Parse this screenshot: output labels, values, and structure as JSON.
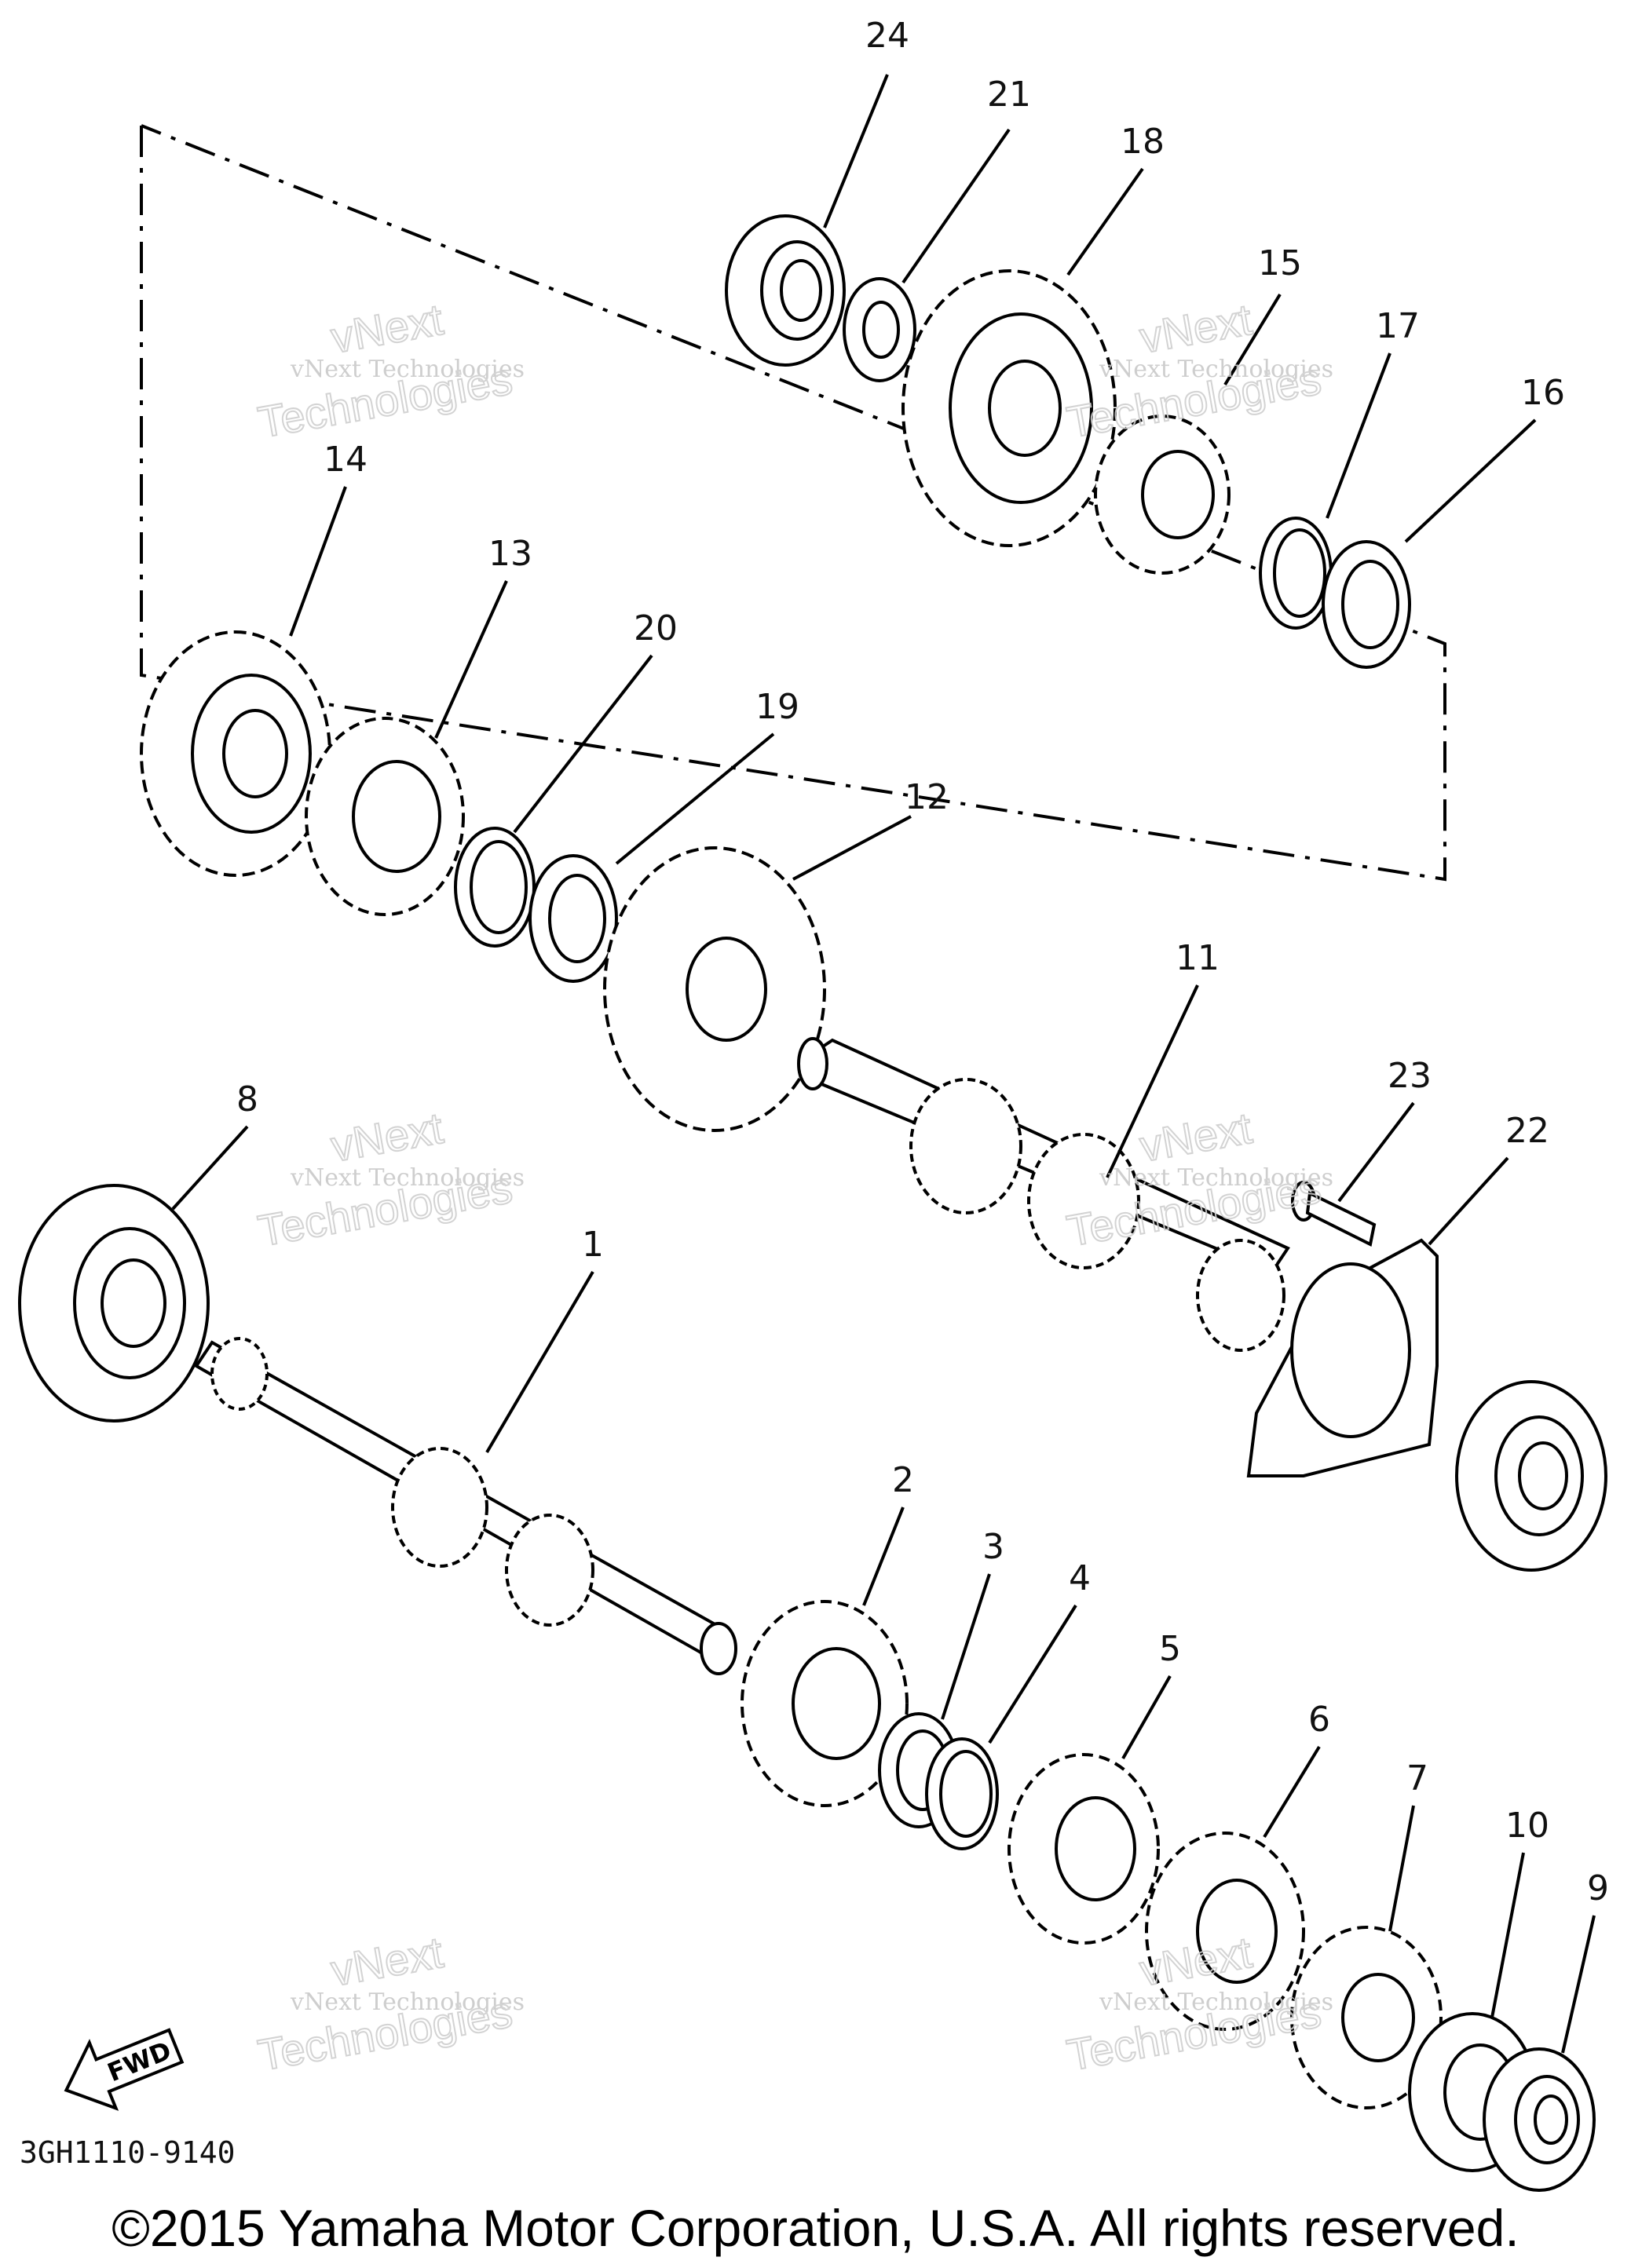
{
  "labels": [
    "1",
    "2",
    "3",
    "4",
    "5",
    "6",
    "7",
    "8",
    "9",
    "10",
    "11",
    "12",
    "13",
    "14",
    "15",
    "16",
    "17",
    "18",
    "19",
    "20",
    "21",
    "22",
    "23",
    "24"
  ],
  "watermark": {
    "line1": "vNext Technologies",
    "line2": "vNext",
    "line3": "Technologies"
  },
  "drawing_code": "3GH1110-9140",
  "fwd_label": "FWD",
  "copyright": "©2015 Yamaha Motor Corporation, U.S.A. All rights reserved."
}
